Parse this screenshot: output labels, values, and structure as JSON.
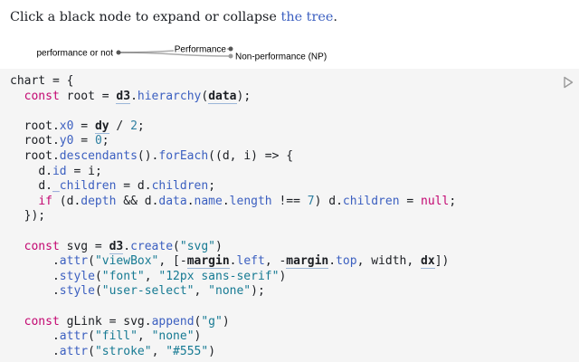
{
  "intro": {
    "before": "Click a black node to expand or collapse ",
    "link": "the tree",
    "after": "."
  },
  "tree": {
    "nodes": [
      {
        "id": "root",
        "label": "performance or not",
        "anchor": "end"
      },
      {
        "id": "perf",
        "label": "Performance",
        "anchor": "end"
      },
      {
        "id": "np",
        "label": "Non-performance (NP)",
        "anchor": "start"
      }
    ],
    "colors": {
      "expandable": "#555555",
      "leaf": "#999999",
      "link": "#555555"
    }
  },
  "icons": {
    "run": "run-play-icon"
  },
  "code_lines": [
    [
      [
        "nm",
        "chart"
      ],
      [
        "pu",
        " = {"
      ]
    ],
    [
      [
        "pu",
        "  "
      ],
      [
        "kw",
        "const"
      ],
      [
        "pu",
        " "
      ],
      [
        "df",
        "root"
      ],
      [
        "pu",
        " = "
      ],
      [
        "ref",
        "d3"
      ],
      [
        "pu",
        "."
      ],
      [
        "fn",
        "hierarchy"
      ],
      [
        "pu",
        "("
      ],
      [
        "ref",
        "data"
      ],
      [
        "pu",
        ");"
      ]
    ],
    [],
    [
      [
        "pu",
        "  "
      ],
      [
        "df",
        "root"
      ],
      [
        "pu",
        "."
      ],
      [
        "pr",
        "x0"
      ],
      [
        "pu",
        " = "
      ],
      [
        "ref",
        "dy"
      ],
      [
        "pu",
        " / "
      ],
      [
        "num",
        "2"
      ],
      [
        "pu",
        ";"
      ]
    ],
    [
      [
        "pu",
        "  "
      ],
      [
        "df",
        "root"
      ],
      [
        "pu",
        "."
      ],
      [
        "pr",
        "y0"
      ],
      [
        "pu",
        " = "
      ],
      [
        "num",
        "0"
      ],
      [
        "pu",
        ";"
      ]
    ],
    [
      [
        "pu",
        "  "
      ],
      [
        "df",
        "root"
      ],
      [
        "pu",
        "."
      ],
      [
        "fn",
        "descendants"
      ],
      [
        "pu",
        "()."
      ],
      [
        "fn",
        "forEach"
      ],
      [
        "pu",
        "(("
      ],
      [
        "df",
        "d"
      ],
      [
        "pu",
        ", "
      ],
      [
        "df",
        "i"
      ],
      [
        "pu",
        ") => {"
      ]
    ],
    [
      [
        "pu",
        "    "
      ],
      [
        "df",
        "d"
      ],
      [
        "pu",
        "."
      ],
      [
        "pr",
        "id"
      ],
      [
        "pu",
        " = "
      ],
      [
        "df",
        "i"
      ],
      [
        "pu",
        ";"
      ]
    ],
    [
      [
        "pu",
        "    "
      ],
      [
        "df",
        "d"
      ],
      [
        "pu",
        "."
      ],
      [
        "pr",
        "_children"
      ],
      [
        "pu",
        " = "
      ],
      [
        "df",
        "d"
      ],
      [
        "pu",
        "."
      ],
      [
        "pr",
        "children"
      ],
      [
        "pu",
        ";"
      ]
    ],
    [
      [
        "pu",
        "    "
      ],
      [
        "kw",
        "if"
      ],
      [
        "pu",
        " ("
      ],
      [
        "df",
        "d"
      ],
      [
        "pu",
        "."
      ],
      [
        "pr",
        "depth"
      ],
      [
        "pu",
        " && "
      ],
      [
        "df",
        "d"
      ],
      [
        "pu",
        "."
      ],
      [
        "pr",
        "data"
      ],
      [
        "pu",
        "."
      ],
      [
        "pr",
        "name"
      ],
      [
        "pu",
        "."
      ],
      [
        "pr",
        "length"
      ],
      [
        "pu",
        " !== "
      ],
      [
        "num",
        "7"
      ],
      [
        "pu",
        ") "
      ],
      [
        "df",
        "d"
      ],
      [
        "pu",
        "."
      ],
      [
        "pr",
        "children"
      ],
      [
        "pu",
        " = "
      ],
      [
        "kw",
        "null"
      ],
      [
        "pu",
        ";"
      ]
    ],
    [
      [
        "pu",
        "  });"
      ]
    ],
    [],
    [
      [
        "pu",
        "  "
      ],
      [
        "kw",
        "const"
      ],
      [
        "pu",
        " "
      ],
      [
        "df",
        "svg"
      ],
      [
        "pu",
        " = "
      ],
      [
        "ref",
        "d3"
      ],
      [
        "pu",
        "."
      ],
      [
        "fn",
        "create"
      ],
      [
        "pu",
        "("
      ],
      [
        "st",
        "\"svg\""
      ],
      [
        "pu",
        ")"
      ]
    ],
    [
      [
        "pu",
        "      ."
      ],
      [
        "fn",
        "attr"
      ],
      [
        "pu",
        "("
      ],
      [
        "st",
        "\"viewBox\""
      ],
      [
        "pu",
        ", [-"
      ],
      [
        "ref",
        "margin"
      ],
      [
        "pu",
        "."
      ],
      [
        "pr",
        "left"
      ],
      [
        "pu",
        ", -"
      ],
      [
        "ref",
        "margin"
      ],
      [
        "pu",
        "."
      ],
      [
        "pr",
        "top"
      ],
      [
        "pu",
        ", "
      ],
      [
        "df",
        "width"
      ],
      [
        "pu",
        ", "
      ],
      [
        "ref",
        "dx"
      ],
      [
        "pu",
        "])"
      ]
    ],
    [
      [
        "pu",
        "      ."
      ],
      [
        "fn",
        "style"
      ],
      [
        "pu",
        "("
      ],
      [
        "st",
        "\"font\""
      ],
      [
        "pu",
        ", "
      ],
      [
        "st",
        "\"12px sans-serif\""
      ],
      [
        "pu",
        ")"
      ]
    ],
    [
      [
        "pu",
        "      ."
      ],
      [
        "fn",
        "style"
      ],
      [
        "pu",
        "("
      ],
      [
        "st",
        "\"user-select\""
      ],
      [
        "pu",
        ", "
      ],
      [
        "st",
        "\"none\""
      ],
      [
        "pu",
        ");"
      ]
    ],
    [],
    [
      [
        "pu",
        "  "
      ],
      [
        "kw",
        "const"
      ],
      [
        "pu",
        " "
      ],
      [
        "df",
        "gLink"
      ],
      [
        "pu",
        " = "
      ],
      [
        "df",
        "svg"
      ],
      [
        "pu",
        "."
      ],
      [
        "fn",
        "append"
      ],
      [
        "pu",
        "("
      ],
      [
        "st",
        "\"g\""
      ],
      [
        "pu",
        ")"
      ]
    ],
    [
      [
        "pu",
        "      ."
      ],
      [
        "fn",
        "attr"
      ],
      [
        "pu",
        "("
      ],
      [
        "st",
        "\"fill\""
      ],
      [
        "pu",
        ", "
      ],
      [
        "st",
        "\"none\""
      ],
      [
        "pu",
        ")"
      ]
    ],
    [
      [
        "pu",
        "      ."
      ],
      [
        "fn",
        "attr"
      ],
      [
        "pu",
        "("
      ],
      [
        "st",
        "\"stroke\""
      ],
      [
        "pu",
        ", "
      ],
      [
        "st",
        "\"#555\""
      ],
      [
        "pu",
        ")"
      ]
    ]
  ]
}
